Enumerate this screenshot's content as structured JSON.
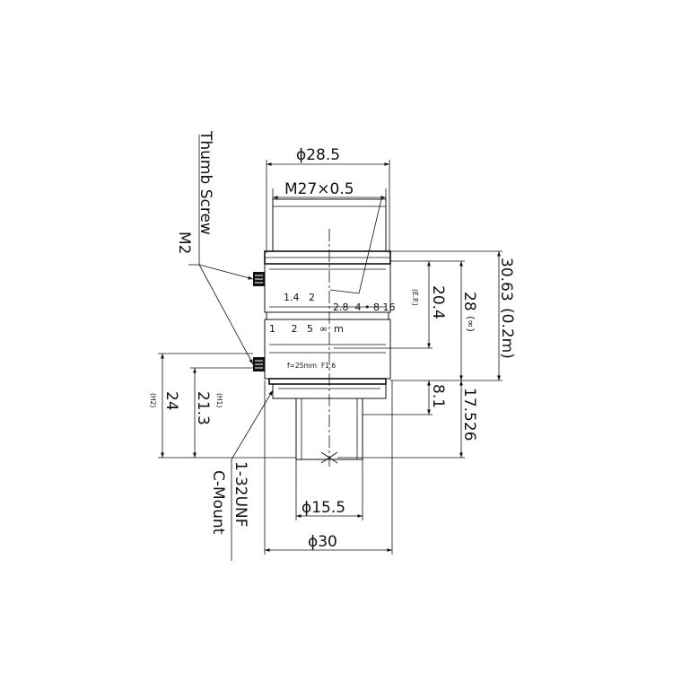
{
  "drawing": {
    "dimensions": {
      "front_diameter": "ϕ28.5",
      "filter_thread": "M27×0.5",
      "entrance_pupil": "20.4",
      "entrance_pupil_note": "(E.P.)",
      "length_infinity": "28",
      "length_infinity_note": "(∞)",
      "length_close": "30.63",
      "length_close_note": "(0.2m)",
      "flange_length": "8.1",
      "flange_focal": "17.526",
      "rear_height_h1": "21.3",
      "rear_height_h1_note": "(H1)",
      "rear_height_h2": "24",
      "rear_height_h2_note": "(H2)",
      "mount_diameter": "ϕ15.5",
      "body_diameter": "ϕ30"
    },
    "scales": {
      "aperture_scale": "1.4   2",
      "aperture_scale_2": "2.8  4 • 8 16",
      "distance_scale": "1     2   5  ∞  m",
      "focal_marking": "f=25mm  F1.6"
    },
    "callouts": {
      "thumb_screw": "Thumb Screw",
      "m2": "M2",
      "thread_spec": "1-32UNF",
      "mount_type": "C-Mount"
    }
  }
}
